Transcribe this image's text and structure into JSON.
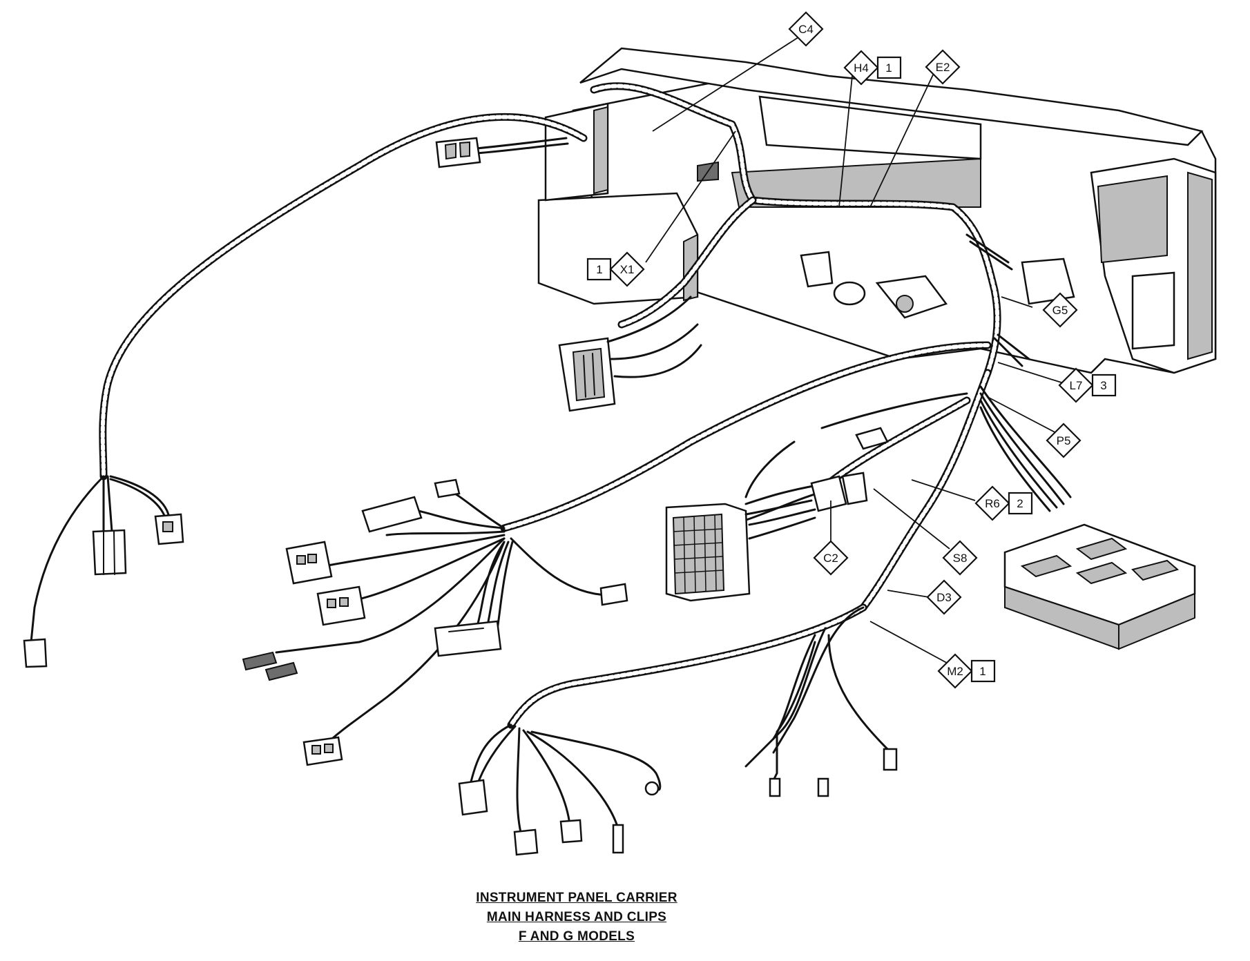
{
  "callouts": [
    {
      "id": "c4",
      "code": "C4",
      "number": ""
    },
    {
      "id": "h4",
      "code": "H4",
      "number": "1"
    },
    {
      "id": "e2",
      "code": "E2",
      "number": ""
    },
    {
      "id": "x1",
      "code": "X1",
      "number": "1"
    },
    {
      "id": "g5",
      "code": "G5",
      "number": ""
    },
    {
      "id": "l7",
      "code": "L7",
      "number": "3"
    },
    {
      "id": "p5",
      "code": "P5",
      "number": ""
    },
    {
      "id": "r6",
      "code": "R6",
      "number": "2"
    },
    {
      "id": "s8",
      "code": "S8",
      "number": ""
    },
    {
      "id": "c2",
      "code": "C2",
      "number": ""
    },
    {
      "id": "d3",
      "code": "D3",
      "number": ""
    },
    {
      "id": "m2",
      "code": "M2",
      "number": "1"
    }
  ],
  "caption": {
    "line1": "INSTRUMENT PANEL CARRIER",
    "line2": "MAIN HARNESS AND CLIPS",
    "line3": "F AND G MODELS"
  }
}
